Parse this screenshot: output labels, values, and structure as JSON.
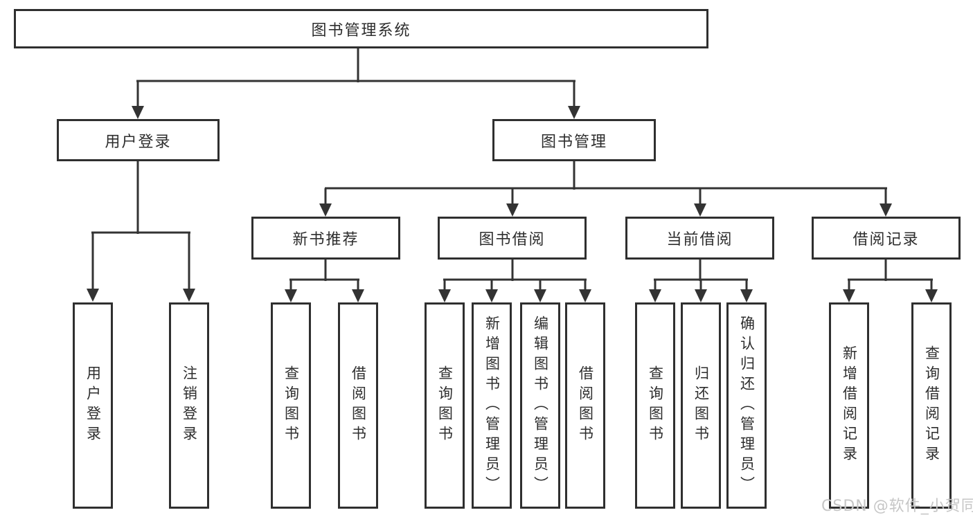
{
  "diagram_title": "图书管理系统",
  "tree": {
    "root": {
      "label": "图书管理系统"
    },
    "level2": [
      {
        "label": "用户登录"
      },
      {
        "label": "图书管理"
      }
    ],
    "level3": [
      {
        "label": "新书推荐",
        "parent": "图书管理"
      },
      {
        "label": "图书借阅",
        "parent": "图书管理"
      },
      {
        "label": "当前借阅",
        "parent": "图书管理"
      },
      {
        "label": "借阅记录",
        "parent": "图书管理"
      }
    ],
    "leaves": [
      {
        "label": "用户登录",
        "parent": "用户登录"
      },
      {
        "label": "注销登录",
        "parent": "用户登录"
      },
      {
        "label": "查询图书",
        "parent": "新书推荐"
      },
      {
        "label": "借阅图书",
        "parent": "新书推荐"
      },
      {
        "label": "查询图书",
        "parent": "图书借阅"
      },
      {
        "label": "新增图书（管理员）",
        "parent": "图书借阅"
      },
      {
        "label": "编辑图书（管理员）",
        "parent": "图书借阅"
      },
      {
        "label": "借阅图书",
        "parent": "图书借阅"
      },
      {
        "label": "查询图书",
        "parent": "当前借阅"
      },
      {
        "label": "归还图书",
        "parent": "当前借阅"
      },
      {
        "label": "确认归还（管理员）",
        "parent": "当前借阅"
      },
      {
        "label": "新增借阅记录",
        "parent": "借阅记录"
      },
      {
        "label": "查询借阅记录",
        "parent": "借阅记录"
      }
    ]
  },
  "watermark": {
    "text": "CSDN @软件_小贺同学"
  },
  "colors": {
    "line": "#333333",
    "box_border": "#2f2f2f",
    "text": "#2d2d2d",
    "watermark": "#c6c6c6",
    "background": "#ffffff"
  }
}
